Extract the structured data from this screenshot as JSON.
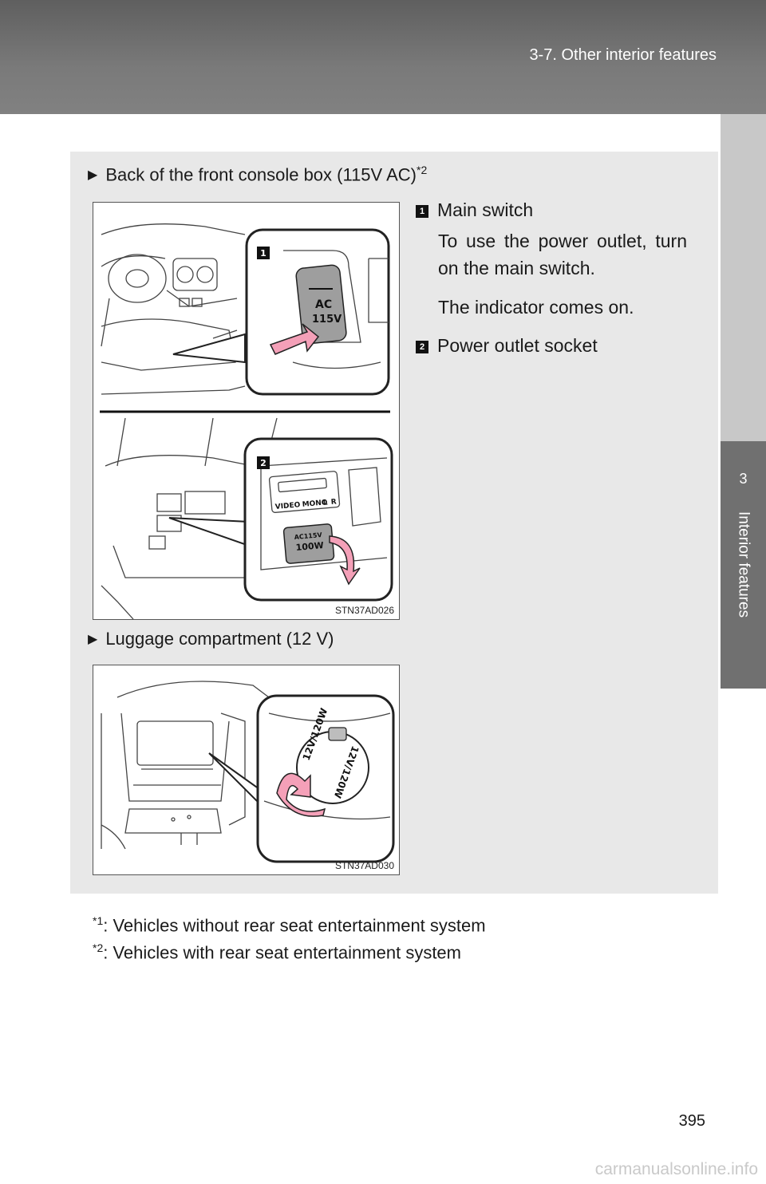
{
  "header": {
    "section": "3-7. Other interior features"
  },
  "side_tab": {
    "chapter_number": "3",
    "chapter_title": "Interior features"
  },
  "section1": {
    "arrow": "▶",
    "heading": "Back of the front console box (115V AC)",
    "footnote_ref": "*2",
    "figure_code": "STN37AD026",
    "callouts": [
      {
        "number": "1",
        "label": "Main switch"
      },
      {
        "number": "2",
        "label": "Power outlet socket"
      }
    ],
    "figure_labels": {
      "ac": "AC",
      "volts": "115V",
      "video": "VIDEO",
      "mono": "MONO",
      "l": "L",
      "r": "R",
      "socket_top": "AC115V",
      "socket_watt": "100W"
    },
    "main_switch_desc_1": "To use the power outlet, turn on the main switch.",
    "main_switch_desc_2": "The indicator comes on."
  },
  "section2": {
    "arrow": "▶",
    "heading": "Luggage compartment (12 V)",
    "figure_code": "STN37AD030",
    "figure_labels": {
      "cap_a": "12V/120W",
      "cap_b": "12V/120W"
    }
  },
  "footnotes": [
    {
      "mark": "*1",
      "text": ": Vehicles without rear seat entertainment system"
    },
    {
      "mark": "*2",
      "text": ": Vehicles with rear seat entertainment system"
    }
  ],
  "page_number": "395",
  "watermark": "carmanualsonline.info"
}
